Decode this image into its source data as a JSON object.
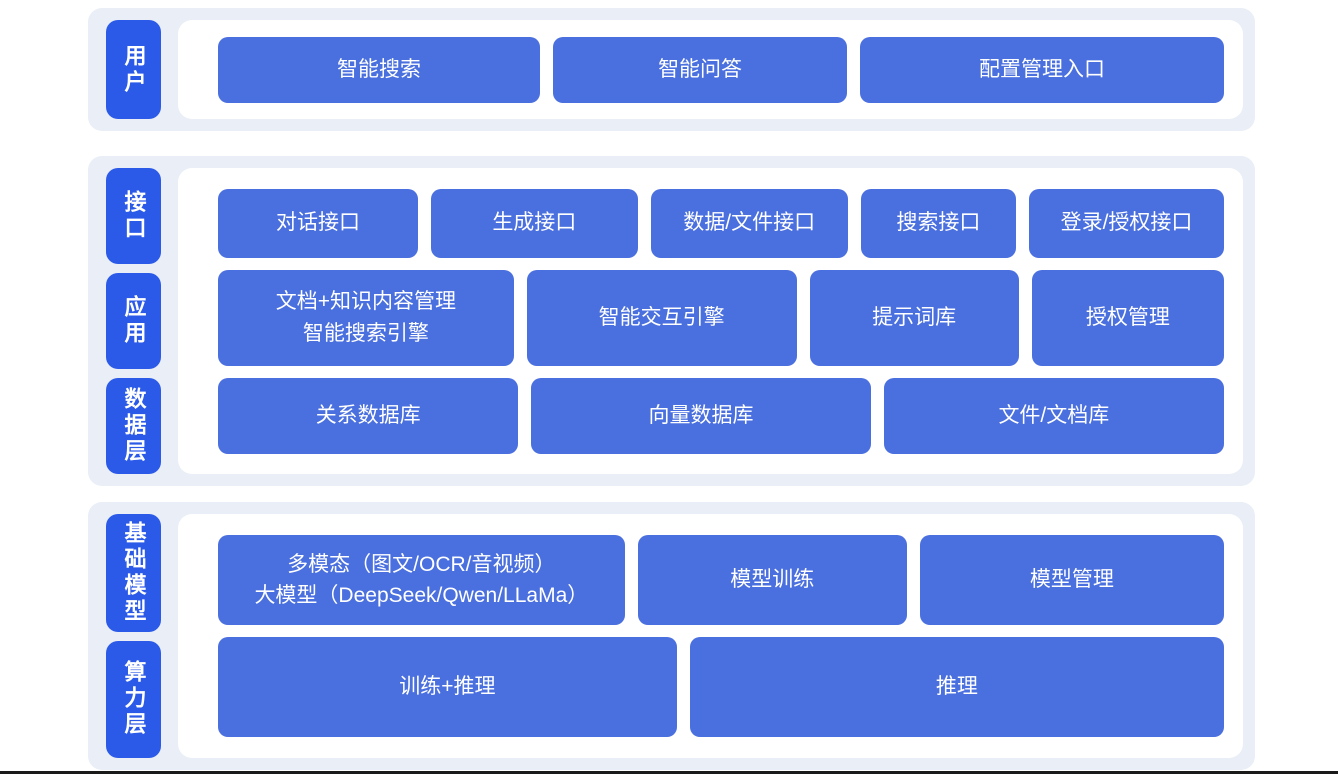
{
  "diagram": {
    "type": "layered-architecture",
    "colors": {
      "band_background": "#e9eef7",
      "panel_background": "#ffffff",
      "layer_pill_blue": "#2b5ae8",
      "node_box_blue": "#4a6fde",
      "text_white": "#ffffff",
      "bottom_line": "#1a1a1a"
    },
    "sections": [
      {
        "labels": [
          {
            "text": "用户"
          }
        ],
        "rows": [
          {
            "boxes": [
              {
                "text": "智能搜索"
              },
              {
                "text": "智能问答"
              },
              {
                "text": "配置管理入口"
              }
            ]
          }
        ]
      },
      {
        "labels": [
          {
            "text": "接口"
          },
          {
            "text": "应用"
          },
          {
            "text": "数据层"
          }
        ],
        "rows": [
          {
            "boxes": [
              {
                "text": "对话接口"
              },
              {
                "text": "生成接口"
              },
              {
                "text": "数据/文件接口"
              },
              {
                "text": "搜索接口"
              },
              {
                "text": "登录/授权接口"
              }
            ]
          },
          {
            "boxes": [
              {
                "text": "文档+知识内容管理\n智能搜索引擎"
              },
              {
                "text": "智能交互引擎"
              },
              {
                "text": "提示词库"
              },
              {
                "text": "授权管理"
              }
            ]
          },
          {
            "boxes": [
              {
                "text": "关系数据库"
              },
              {
                "text": "向量数据库"
              },
              {
                "text": "文件/文档库"
              }
            ]
          }
        ]
      },
      {
        "labels": [
          {
            "text": "基础模型"
          },
          {
            "text": "算力层"
          }
        ],
        "rows": [
          {
            "boxes": [
              {
                "text": "多模态（图文/OCR/音视频）\n大模型（DeepSeek/Qwen/LLaMa）"
              },
              {
                "text": "模型训练"
              },
              {
                "text": "模型管理"
              }
            ]
          },
          {
            "boxes": [
              {
                "text": "训练+推理"
              },
              {
                "text": "推理"
              }
            ]
          }
        ]
      }
    ]
  }
}
